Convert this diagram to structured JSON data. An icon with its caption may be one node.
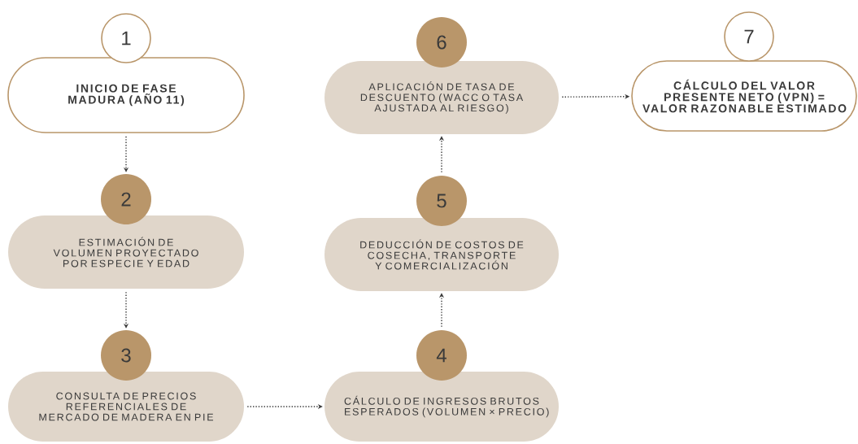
{
  "diagram": {
    "nodes": [
      {
        "text": [
          "1"
        ]
      },
      {
        "text": [
          "INICIO DE FASE MADURA (AÑO 11)"
        ]
      },
      {
        "text": [
          "2"
        ]
      },
      {
        "text": [
          "ESTIMACIÓN DE VOLUMEN PROYECTADO POR ESPECIE Y EDAD"
        ]
      },
      {
        "text": [
          "3"
        ]
      },
      {
        "text": [
          "CONSULTA DE PRECIOS REFERENCIALES DE MERCADO DE MADERA EN PIE"
        ]
      },
      {
        "text": [
          "4"
        ]
      },
      {
        "text": [
          "CÁLCULO DE INGRESOS BRUTOS ESPERADOS (VOLUMEN × PRECIO)"
        ]
      },
      {
        "text": [
          "5"
        ]
      },
      {
        "text": [
          "DEDUCCIÓN DE COSTOS DE COSECHA, TRANSPORTE Y COMERCIALIZACIÓN"
        ]
      },
      {
        "text": [
          "6"
        ]
      },
      {
        "text": [
          "APLICACIÓN DE TASA DE DESCUENTO (WACC O TASA AJUSTADA AL RIESGO)"
        ]
      },
      {
        "text": [
          "7"
        ]
      },
      {
        "text": [
          "CÁLCULO DEL VALOR PRESENTE NETO (VPN) = VALOR RAZONABLE ESTIMADO"
        ]
      }
    ],
    "edges": [
      {
        "from": 1,
        "to": 2,
        "arrow": "to"
      },
      {
        "from": 3,
        "to": 4,
        "arrow": "to"
      },
      {
        "from": 5,
        "to": 7,
        "arrow": "to"
      },
      {
        "from": 6,
        "to": 9,
        "arrow": "to"
      },
      {
        "from": 8,
        "to": 11,
        "arrow": "to"
      },
      {
        "from": 11,
        "to": 13,
        "arrow": "to"
      }
    ]
  }
}
